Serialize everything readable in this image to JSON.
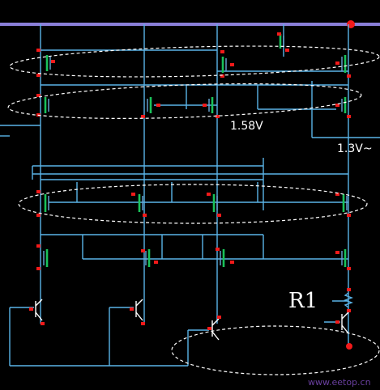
{
  "labels": {
    "node_voltage_1": "1.58V",
    "node_voltage_2": "1.3V~",
    "resistor": "R1"
  },
  "watermark": "www.eetop.cn",
  "colors": {
    "background": "#000000",
    "wire": "#5ab4e8",
    "rail": "#8a7fd8",
    "fet_channel": "#19c25a",
    "pin": "#f21a1a",
    "annotation": "#ffffff"
  }
}
